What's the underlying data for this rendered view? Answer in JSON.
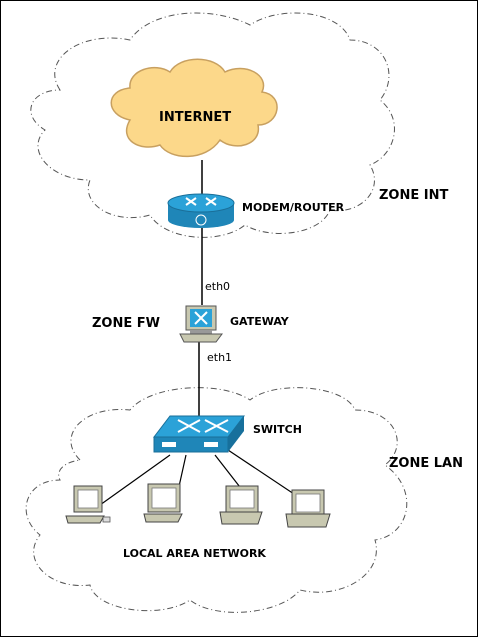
{
  "nodes": {
    "internet": "INTERNET",
    "router": "MODEM/ROUTER",
    "gateway": "GATEWAY",
    "switch": "SWITCH",
    "lan": "LOCAL AREA NETWORK"
  },
  "zones": {
    "int": "ZONE INT",
    "fw": "ZONE FW",
    "lan": "ZONE LAN"
  },
  "interfaces": {
    "eth0": "eth0",
    "eth1": "eth1"
  },
  "colors": {
    "cloud_fill": "#fcd88a",
    "cloud_stroke": "#c8a060",
    "device_blue": "#2ba2d8",
    "zone_outline": "#555555"
  }
}
